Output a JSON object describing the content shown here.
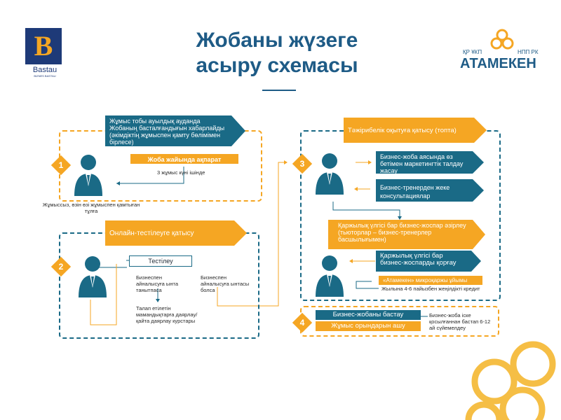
{
  "title": "Жобаны жүзеге асыру схемасы",
  "logo_bastau": {
    "name": "Bastau",
    "sub": "BIZNES BASTAU"
  },
  "logo_atameken": {
    "kz": "ҚР ҰКП",
    "ru": "НПП РК",
    "name": "АТАМЕКЕН"
  },
  "colors": {
    "blue": "#1a6a86",
    "orange": "#f5a623",
    "title": "#1e5b86"
  },
  "step1": {
    "number": "1",
    "banner": "Жұмыс тобы ауылдық ауданда Жобаның басталғандығын хабарлайды (әкімдіктің жұмыспен қамту бөлімімен бірлесе)",
    "info": "Жоба жайында ақпарат",
    "days": "3 жұмыс күні ішінде",
    "person_caption": "Жұмыссыз, өзін өзі жұмыспен қамтыған тұлға"
  },
  "step2": {
    "number": "2",
    "banner": "Онлайн-тестілеуге қатысу",
    "test": "Тестілеу",
    "left_note": "Бизнеспен айналысуға ынта танытпаса",
    "right_note": "Бизнеспен айналысуға ынтасы болса",
    "courses": "Талап етілетін мамандықтарға даярлау/қайта даярлау курстары"
  },
  "step3": {
    "number": "3",
    "banner": "Тәжірибелік оқытуға қатысу (топта)",
    "item1": "Бизнес-жоба аясында өз бетімен маркетингтік талдау жасау",
    "item2": "Бизнес-тренерден жеке консультациялар",
    "plan": "Қаржылық үлгісі бар бизнес-жоспар әзірлеу (тьюторлар – бизнес-тренерлер басшылығымен)",
    "defend": "Қаржылық үлгісі бар бизнес-жоспарды қорғау",
    "mfo": "«Атамекен» микроқаржы ұйымы",
    "credit": "Жылына 4-6 пайызбен жеңілдікті кредит"
  },
  "step4": {
    "number": "4",
    "start": "Бизнес-жобаны бастау",
    "jobs": "Жұмыс орындарын ашу",
    "support": "Бизнес-жоба іске қосылғаннан бастап 6-12 ай сүйемелдеу"
  }
}
